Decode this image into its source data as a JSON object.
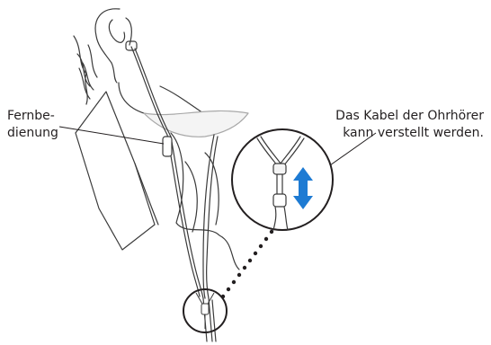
{
  "labels": {
    "remote_line1": "Fernbe-",
    "remote_line2": "dienung",
    "cable_line1": "Das Kabel der Ohrhörer",
    "cable_line2": "kann verstellt werden."
  },
  "colors": {
    "arrow": "#1e7bd3",
    "line": "#3a3a3a",
    "text": "#231f20"
  },
  "icons": {
    "adjust_arrow": "double-arrow-vertical"
  }
}
